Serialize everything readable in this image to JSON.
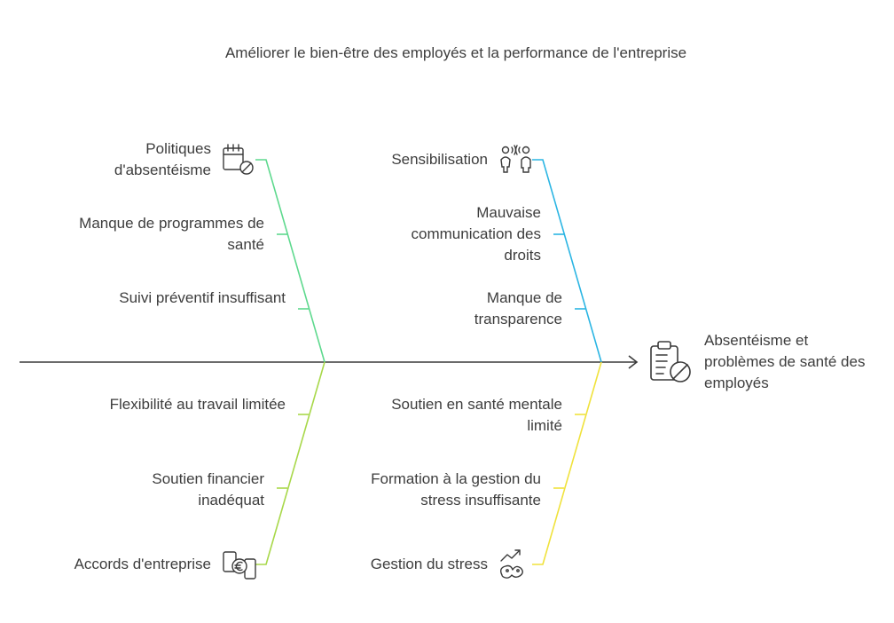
{
  "title": "Améliorer le bien-être des employés et la performance de l'entreprise",
  "effect": "Absentéisme et problèmes de santé des employés",
  "colors": {
    "spine": "#3a3a3a",
    "branch_top_left": "#5ed98e",
    "branch_top_right": "#2bb5e3",
    "branch_bottom_left": "#a8d84a",
    "branch_bottom_right": "#f0e23c",
    "icon": "#3a3a3a"
  },
  "branches": {
    "top_left": {
      "category": "Politiques d'absentéisme",
      "category_icon": "calendar-block-icon",
      "causes": [
        "Manque de programmes de santé",
        "Suivi préventif insuffisant"
      ]
    },
    "top_right": {
      "category": "Sensibilisation",
      "category_icon": "people-communication-icon",
      "causes": [
        "Mauvaise communication des droits",
        "Manque de transparence"
      ]
    },
    "bottom_left": {
      "category": "Accords d'entreprise",
      "category_icon": "document-euro-icon",
      "causes": [
        "Flexibilité au travail limitée",
        "Soutien financier inadéquat"
      ]
    },
    "bottom_right": {
      "category": "Gestion du stress",
      "category_icon": "stress-trend-icon",
      "causes": [
        "Soutien en santé mentale limité",
        "Formation à la gestion du stress insuffisante"
      ]
    }
  },
  "effect_icon": "clipboard-block-icon"
}
